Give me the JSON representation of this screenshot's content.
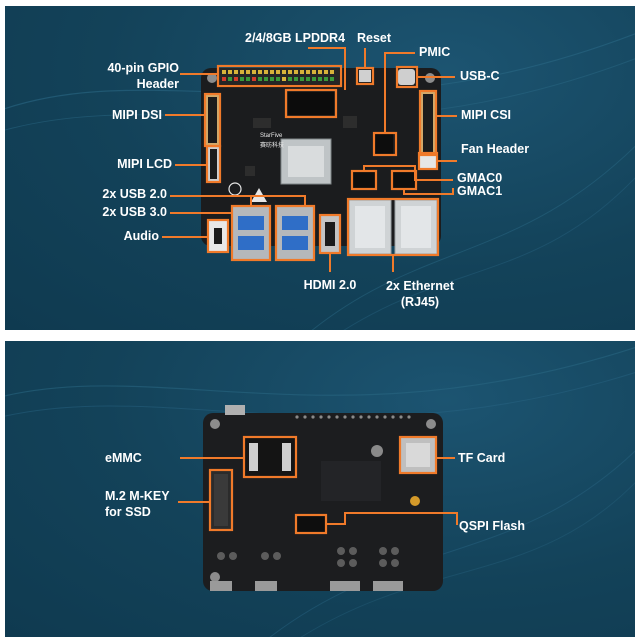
{
  "top_labels": {
    "gpio": "40-pin GPIO\nHeader",
    "lpddr4": "2/4/8GB LPDDR4",
    "reset": "Reset",
    "pmic": "PMIC",
    "usbc": "USB-C",
    "mipi_dsi": "MIPI DSI",
    "mipi_csi": "MIPI CSI",
    "fan_header": "Fan Header",
    "mipi_lcd": "MIPI LCD",
    "gmac0": "GMAC0",
    "gmac1": "GMAC1",
    "usb20": "2x USB 2.0",
    "usb30": "2x USB 3.0",
    "audio": "Audio",
    "hdmi": "HDMI 2.0",
    "ethernet": "2x Ethernet\n(RJ45)"
  },
  "bottom_labels": {
    "emmc": "eMMC",
    "m2": "M.2 M-KEY\nfor SSD",
    "tf_card": "TF Card",
    "qspi": "QSPI Flash"
  },
  "board_silkscreen": {
    "brand": "StarFive",
    "brand_cn": "赛昉科技"
  },
  "colors": {
    "panel_bg": "#134259",
    "accent": "#f07a2a",
    "board": "#1b1c1e",
    "label": "#ffffff"
  }
}
